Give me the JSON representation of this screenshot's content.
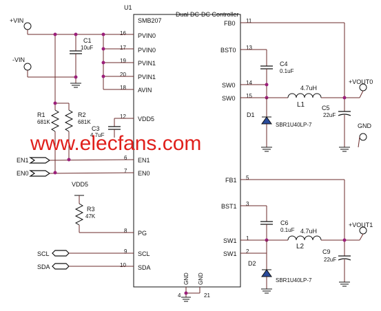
{
  "chip": {
    "ref": "U1",
    "part": "SMB207",
    "title": "Dual DC-DC Controller",
    "left_pins": [
      {
        "num": "16",
        "name": "PVIN0"
      },
      {
        "num": "17",
        "name": "PVIN0"
      },
      {
        "num": "19",
        "name": "PVIN1"
      },
      {
        "num": "20",
        "name": "PVIN1"
      },
      {
        "num": "18",
        "name": "AVIN"
      },
      {
        "num": "12",
        "name": "VDD5"
      },
      {
        "num": "6",
        "name": "EN1"
      },
      {
        "num": "7",
        "name": "EN0"
      },
      {
        "num": "8",
        "name": "PG"
      },
      {
        "num": "9",
        "name": "SCL"
      },
      {
        "num": "10",
        "name": "SDA"
      }
    ],
    "right_pins": [
      {
        "num": "11",
        "name": "FB0"
      },
      {
        "num": "13",
        "name": "BST0"
      },
      {
        "num": "14",
        "name": "SW0"
      },
      {
        "num": "15",
        "name": "SW0"
      },
      {
        "num": "5",
        "name": "FB1"
      },
      {
        "num": "3",
        "name": "BST1"
      },
      {
        "num": "1",
        "name": "SW1"
      },
      {
        "num": "2",
        "name": "SW1"
      }
    ],
    "bottom_pins": [
      {
        "num": "4",
        "name": "GND"
      },
      {
        "num": "21",
        "name": "GND"
      }
    ]
  },
  "nets": {
    "vin_pos": "+VIN",
    "vin_neg": "-VIN",
    "en1": "EN1",
    "en0": "EN0",
    "vdd5": "VDD5",
    "scl": "SCL",
    "sda": "SDA",
    "vout0": "+VOUT0",
    "vout1": "+VOUT1",
    "gnd": "GND"
  },
  "components": {
    "c1": {
      "ref": "C1",
      "value": "10uF"
    },
    "r1": {
      "ref": "R1",
      "value": "681K"
    },
    "r2": {
      "ref": "R2",
      "value": "681K"
    },
    "c3": {
      "ref": "C3",
      "value": "4.7uF"
    },
    "r3": {
      "ref": "R3",
      "value": "47K"
    },
    "c4": {
      "ref": "C4",
      "value": "0.1uF"
    },
    "l1": {
      "ref": "L1",
      "value": "4.7uH"
    },
    "c5": {
      "ref": "C5",
      "value": "22uF"
    },
    "d1": {
      "ref": "D1",
      "value": "SBR1U40LP-7"
    },
    "c6": {
      "ref": "C6",
      "value": "0.1uF"
    },
    "l2": {
      "ref": "L2",
      "value": "4.7uH"
    },
    "c9": {
      "ref": "C9",
      "value": "22uF"
    },
    "d2": {
      "ref": "D2",
      "value": "SBR1U40LP-7"
    }
  },
  "watermark": "www.elecfans.com",
  "colors": {
    "wire": "#6b2a2a",
    "junction": "#9b1f7a",
    "watermark": "#e0201c"
  }
}
